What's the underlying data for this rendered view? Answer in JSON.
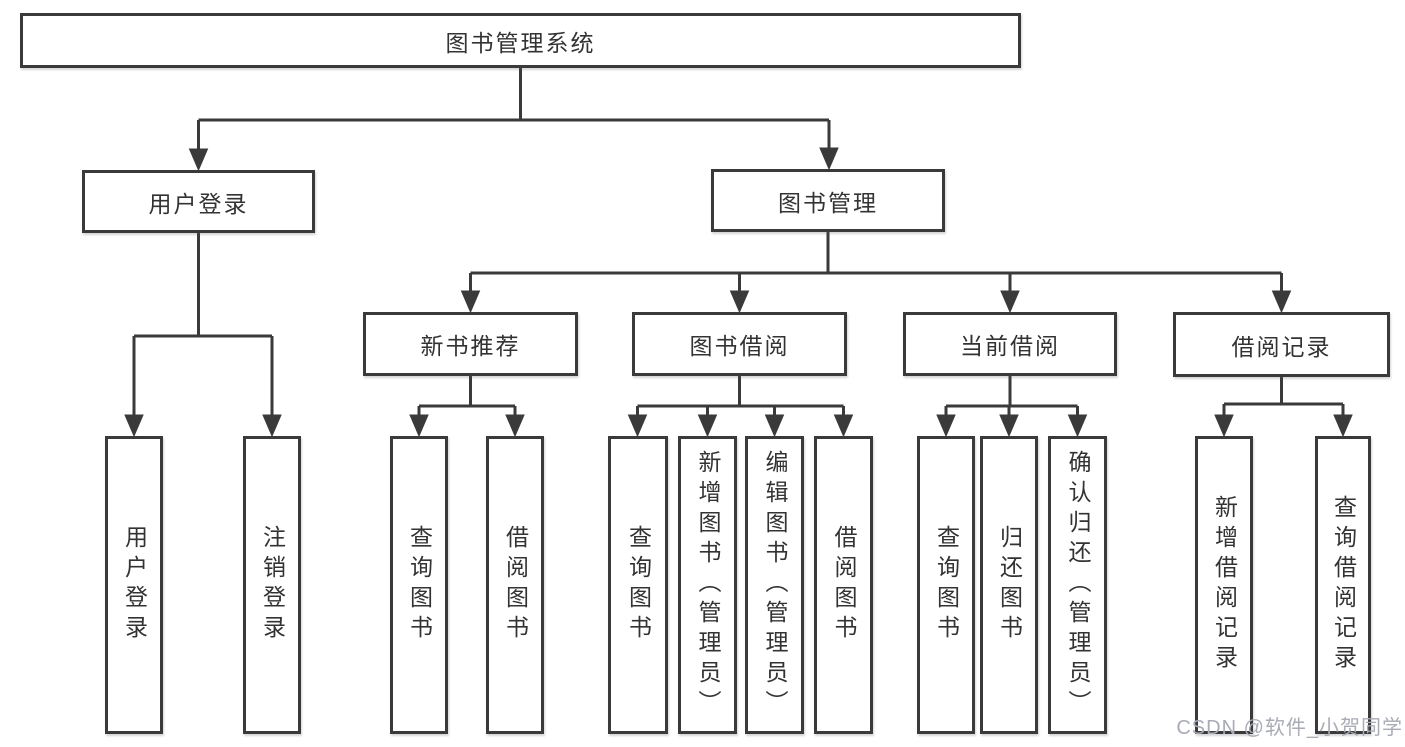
{
  "tree": {
    "label": "图书管理系统",
    "children": [
      {
        "label": "用户登录",
        "children": [
          {
            "label": "用户登录"
          },
          {
            "label": "注销登录"
          }
        ]
      },
      {
        "label": "图书管理",
        "children": [
          {
            "label": "新书推荐",
            "children": [
              {
                "label": "查询图书"
              },
              {
                "label": "借阅图书"
              }
            ]
          },
          {
            "label": "图书借阅",
            "children": [
              {
                "label": "查询图书"
              },
              {
                "label": "新增图书（管理员）"
              },
              {
                "label": "编辑图书（管理员）"
              },
              {
                "label": "借阅图书"
              }
            ]
          },
          {
            "label": "当前借阅",
            "children": [
              {
                "label": "查询图书"
              },
              {
                "label": "归还图书"
              },
              {
                "label": "确认归还（管理员）"
              }
            ]
          },
          {
            "label": "借阅记录",
            "children": [
              {
                "label": "新增借阅记录"
              },
              {
                "label": "查询借阅记录"
              }
            ]
          }
        ]
      }
    ]
  },
  "watermark": {
    "text": "CSDN @软件_小贺同学"
  },
  "colors": {
    "line": "#3a3a3a",
    "text": "#333333",
    "watermark": "#a9abb6",
    "bg": "#ffffff"
  }
}
